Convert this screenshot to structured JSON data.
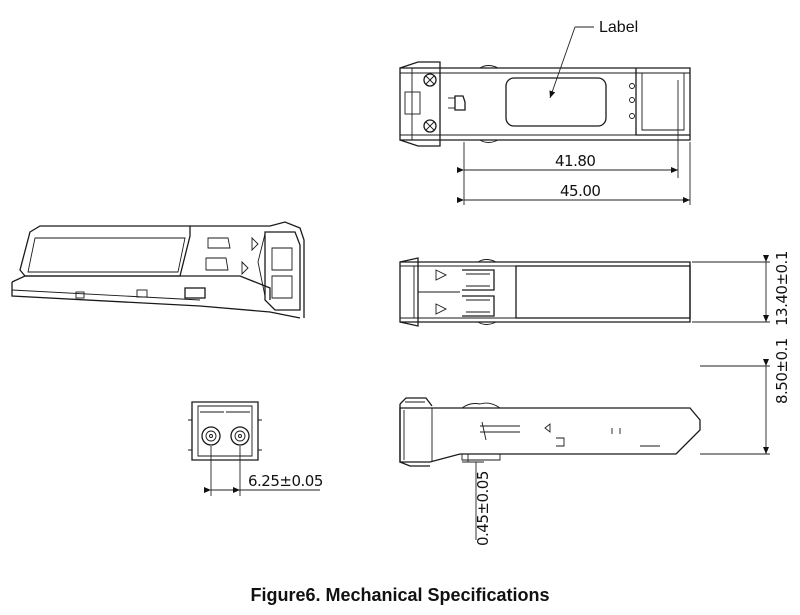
{
  "figure": {
    "caption": "Figure6. Mechanical Specifications",
    "callout_label": "Label",
    "dimensions": {
      "length_label_area": "41.80",
      "length_overall": "45.00",
      "width": "13.40±0.1",
      "height": "8.50±0.1",
      "port_pitch": "6.25±0.05",
      "offset": "0.45±0.05"
    }
  }
}
